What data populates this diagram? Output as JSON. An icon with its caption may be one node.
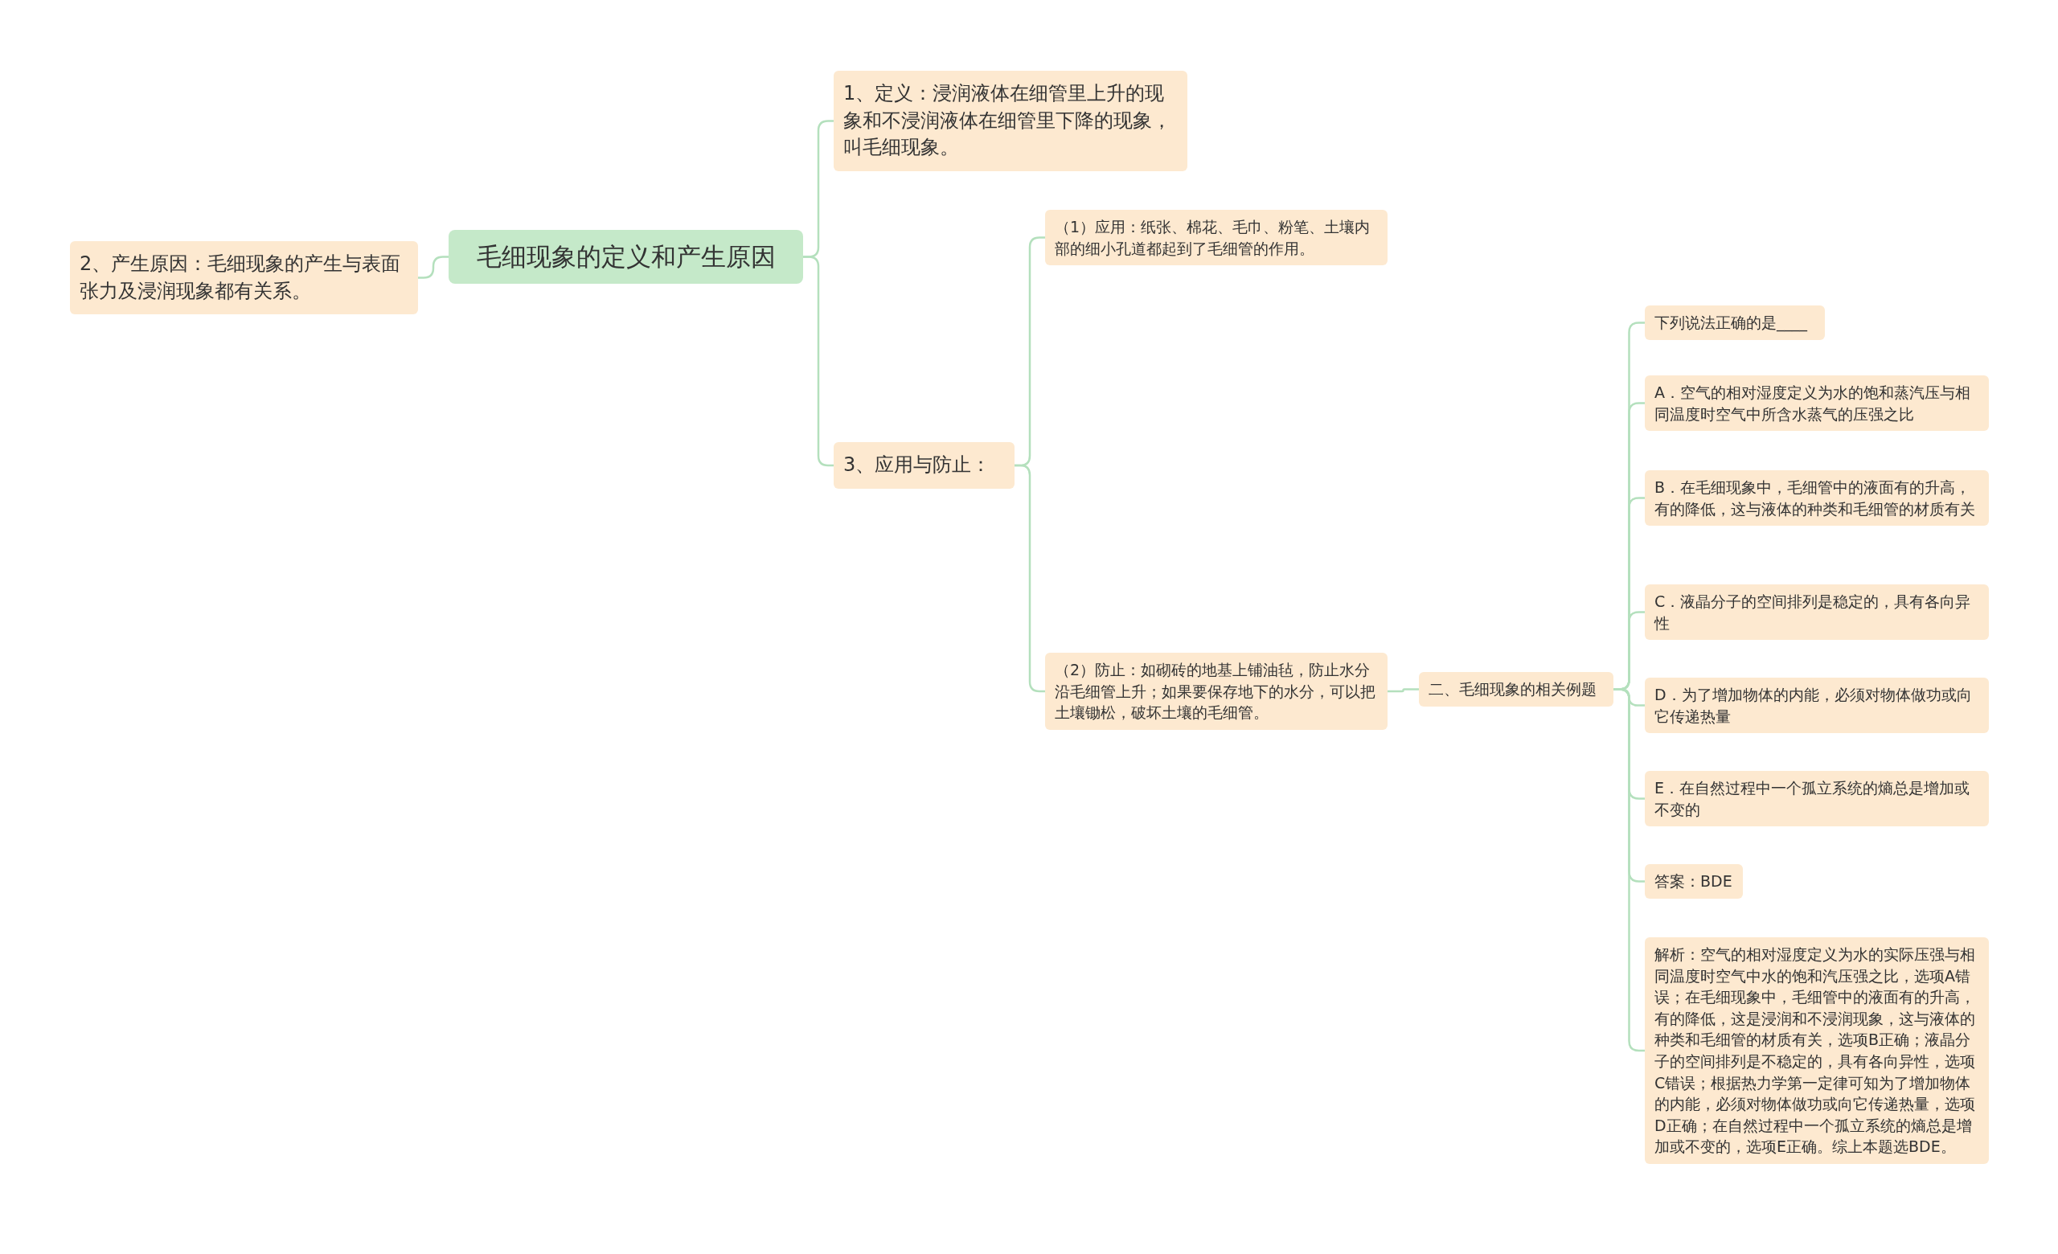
{
  "diagram": {
    "nodes": [
      {
        "text": [
          "毛细现象的定义和产生原因"
        ]
      },
      {
        "text": [
          "1、定义：浸润液体在细管里上升的现象和不浸润液体在细管里下降的现象，叫毛细现象。"
        ]
      },
      {
        "text": [
          "2、产生原因：毛细现象的产生与表面张力及浸润现象都有关系。"
        ]
      },
      {
        "text": [
          "3、应用与防止："
        ]
      },
      {
        "text": [
          "（1）应用：纸张、棉花、毛巾、粉笔、土壤内部的细小孔道都起到了毛细管的作用。"
        ]
      },
      {
        "text": [
          "（2）防止：如砌砖的地基上铺油毡，防止水分沿毛细管上升；如果要保存地下的水分，可以把土壤锄松，破坏土壤的毛细管。"
        ]
      },
      {
        "text": [
          "二、毛细现象的相关例题"
        ]
      },
      {
        "text": [
          "下列说法正确的是____"
        ]
      },
      {
        "text": [
          "A．空气的相对湿度定义为水的饱和蒸汽压与相同温度时空气中所含水蒸气的压强之比"
        ]
      },
      {
        "text": [
          "B．在毛细现象中，毛细管中的液面有的升高，有的降低，这与液体的种类和毛细管的材质有关"
        ]
      },
      {
        "text": [
          "C．液晶分子的空间排列是稳定的，具有各向异性"
        ]
      },
      {
        "text": [
          "D．为了增加物体的内能，必须对物体做功或向它传递热量"
        ]
      },
      {
        "text": [
          "E．在自然过程中一个孤立系统的熵总是增加或不变的"
        ]
      },
      {
        "text": [
          "答案：BDE"
        ]
      },
      {
        "text": [
          "解析：空气的相对湿度定义为水的实际压强与相同温度时空气中水的饱和汽压强之比，选项A错误；在毛细现象中，毛细管中的液面有的升高，有的降低，这是浸润和不浸润现象，这与液体的种类和毛细管的材质有关，选项B正确；液晶分子的空间排列是不稳定的，具有各向异性，选项C错误；根据热力学第一定律可知为了增加物体的内能，必须对物体做功或向它传递热量，选项D正确；在自然过程中一个孤立系统的熵总是增加或不变的，选项E正确。综上本题选BDE。"
        ]
      }
    ],
    "edges": [
      {
        "from": 0,
        "to": 1,
        "arrow": "none"
      },
      {
        "from": 0,
        "to": 2,
        "arrow": "none"
      },
      {
        "from": 0,
        "to": 3,
        "arrow": "none"
      },
      {
        "from": 3,
        "to": 4,
        "arrow": "none"
      },
      {
        "from": 3,
        "to": 5,
        "arrow": "none"
      },
      {
        "from": 5,
        "to": 6,
        "arrow": "none"
      },
      {
        "from": 6,
        "to": 7,
        "arrow": "none"
      },
      {
        "from": 6,
        "to": 8,
        "arrow": "none"
      },
      {
        "from": 6,
        "to": 9,
        "arrow": "none"
      },
      {
        "from": 6,
        "to": 10,
        "arrow": "none"
      },
      {
        "from": 6,
        "to": 11,
        "arrow": "none"
      },
      {
        "from": 6,
        "to": 12,
        "arrow": "none"
      },
      {
        "from": 6,
        "to": 13,
        "arrow": "none"
      },
      {
        "from": 6,
        "to": 14,
        "arrow": "none"
      }
    ]
  }
}
